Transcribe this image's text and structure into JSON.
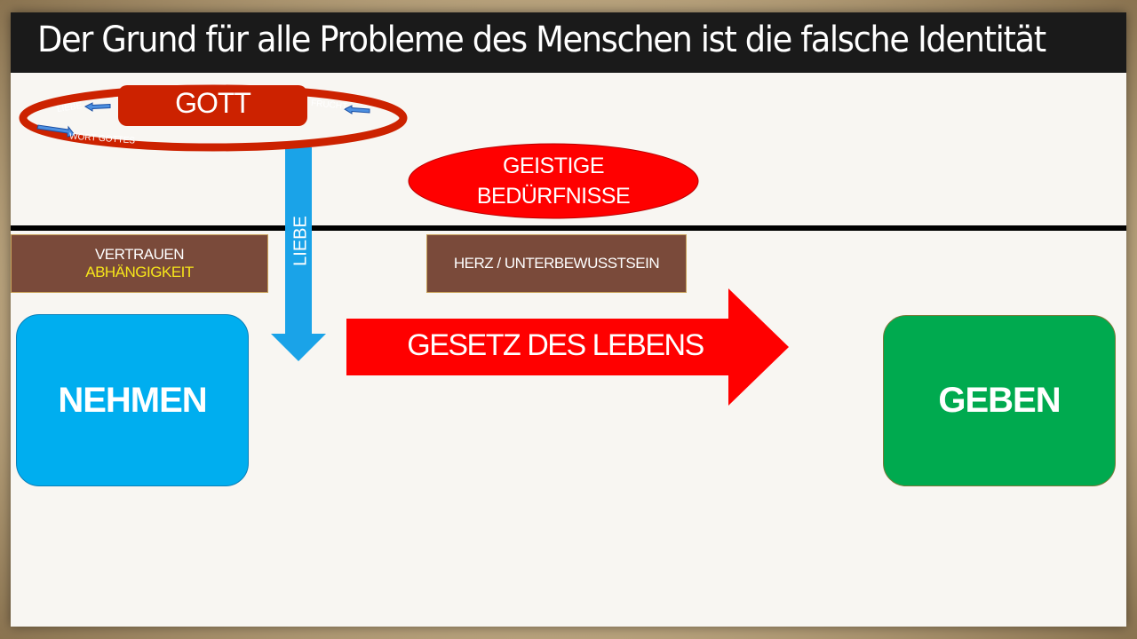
{
  "title": "Der Grund für alle Probleme des Menschen ist die falsche Identität",
  "god": {
    "label": "GOTT",
    "ring_labels": {
      "left": "LIEBE",
      "right": "FRUCHT",
      "bottom": "WORT GOTTES"
    }
  },
  "spiritual_needs": {
    "line1": "GEISTIGE",
    "line2": "BEDÜRFNISSE"
  },
  "love_arrow_label": "LIEBE",
  "trust_box": {
    "line1": "VERTRAUEN",
    "line2": "ABHÄNGIGKEIT"
  },
  "heart_box": "HERZ / UNTERBEWUSSTSEIN",
  "law_arrow_label": "GESETZ DES LEBENS",
  "take_box": "NEHMEN",
  "give_box": "GEBEN",
  "colors": {
    "red": "#cc2200",
    "bright_red": "#ff0000",
    "blue": "#1aa3e8",
    "green": "#00aa4f",
    "brown": "#7a4a3a",
    "yellow": "#f7e61a"
  }
}
